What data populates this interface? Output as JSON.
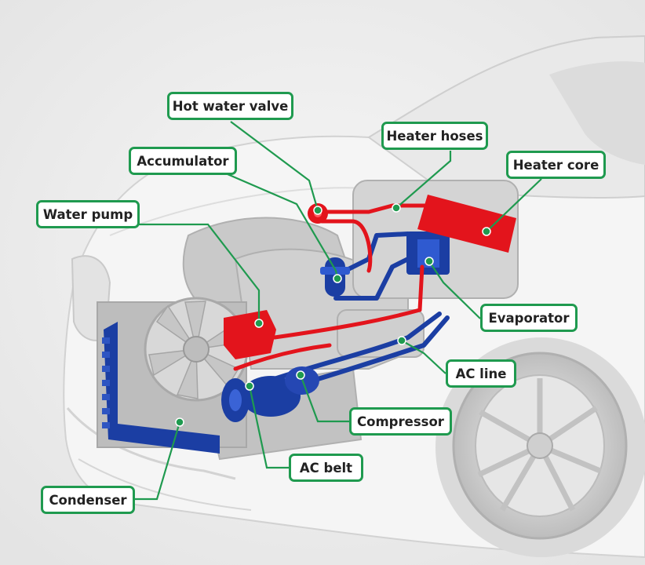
{
  "diagram": {
    "subject": "car heating and air conditioning system",
    "labels": {
      "hot_water_valve": "Hot water valve",
      "heater_hoses": "Heater hoses",
      "heater_core": "Heater core",
      "accumulator": "Accumulator",
      "water_pump": "Water pump",
      "evaporator": "Evaporator",
      "ac_line": "AC line",
      "compressor": "Compressor",
      "ac_belt": "AC belt",
      "condenser": "Condenser"
    }
  },
  "colors": {
    "accent": "#1f9a4f",
    "hot_circuit": "#e3141c",
    "cold_circuit": "#1b3ea3",
    "background": "#eaeaea",
    "car_body": "#f3f3f3",
    "engine_gray": "#c4c4c4"
  }
}
